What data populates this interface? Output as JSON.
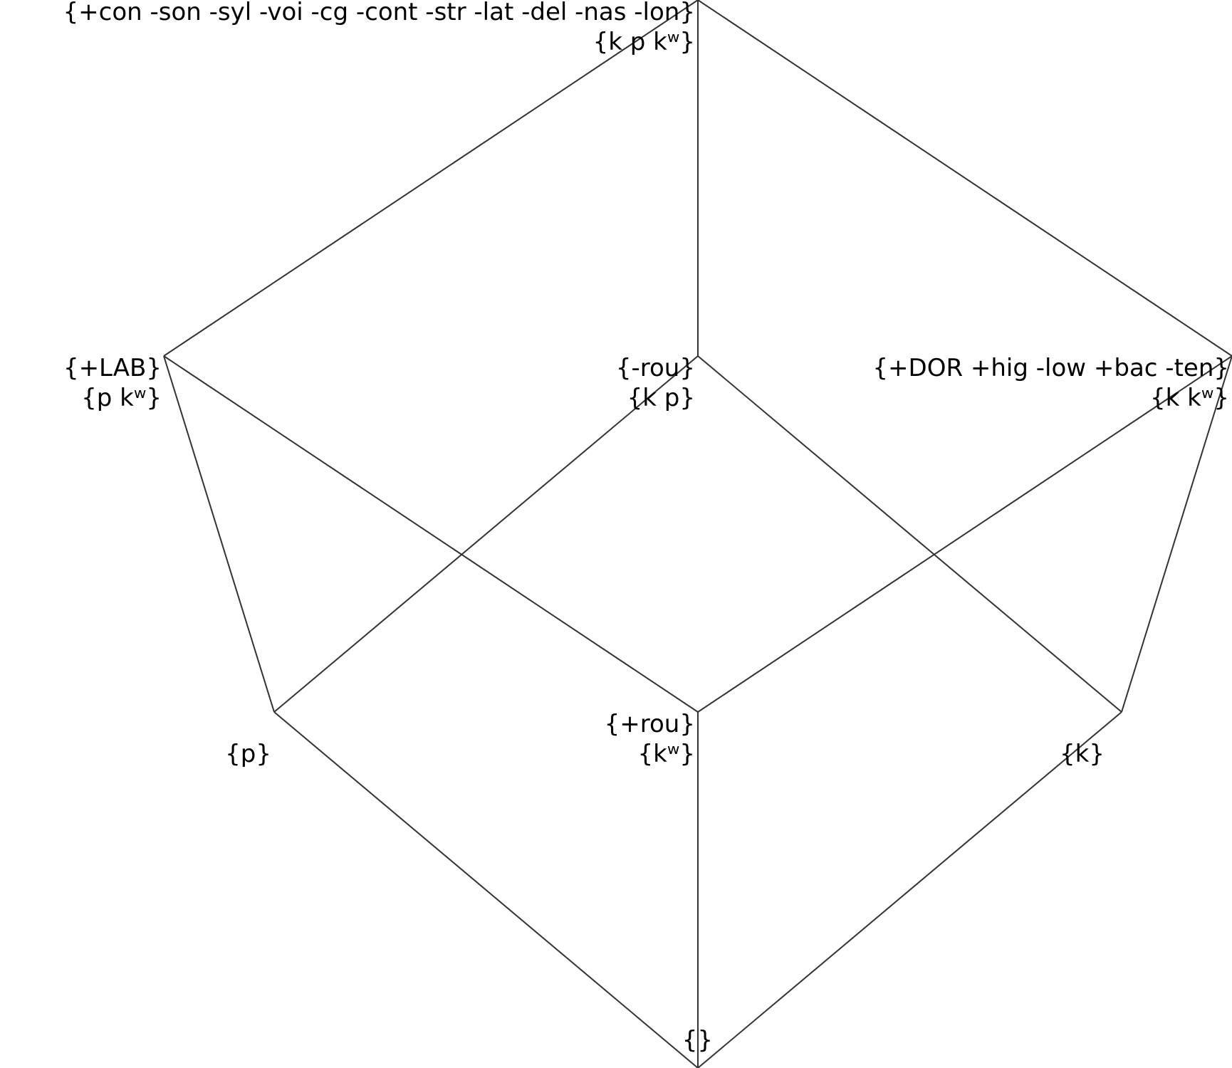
{
  "nodes": {
    "top": {
      "features": "{+con -son -syl -voi -cg -cont -str -lat -del -nas -lon}",
      "members": "{k p kʷ}"
    },
    "lab": {
      "features": "{+LAB}",
      "members": "{p kʷ}"
    },
    "minus_rou": {
      "features": "{-rou}",
      "members": "{k p}"
    },
    "dor": {
      "features": "{+DOR +hig -low +bac -ten}",
      "members": "{k kʷ}"
    },
    "p": {
      "members": "{p}"
    },
    "plus_rou": {
      "features": "{+rou}",
      "members": "{kʷ}"
    },
    "k": {
      "members": "{k}"
    },
    "bottom": {
      "members": "{}"
    }
  },
  "edges": [
    [
      "top",
      "lab"
    ],
    [
      "top",
      "minus_rou"
    ],
    [
      "top",
      "dor"
    ],
    [
      "lab",
      "p"
    ],
    [
      "lab",
      "plus_rou"
    ],
    [
      "minus_rou",
      "p"
    ],
    [
      "minus_rou",
      "k"
    ],
    [
      "dor",
      "plus_rou"
    ],
    [
      "dor",
      "k"
    ],
    [
      "p",
      "bottom"
    ],
    [
      "plus_rou",
      "bottom"
    ],
    [
      "k",
      "bottom"
    ]
  ]
}
